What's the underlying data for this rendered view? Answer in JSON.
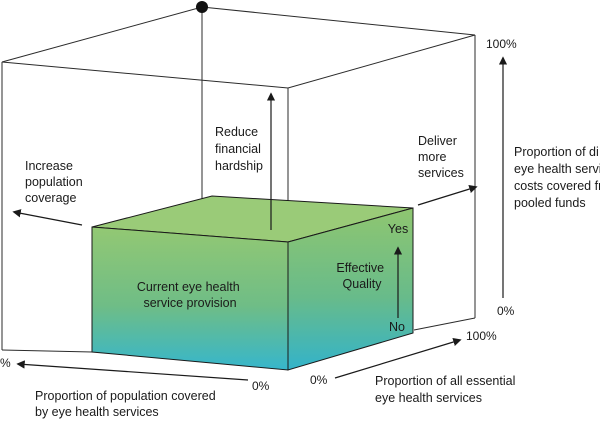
{
  "center_box": {
    "label_lines": [
      "Current eye health",
      "service provision"
    ],
    "quality": {
      "label_lines": [
        "Effective",
        "Quality"
      ],
      "yes": "Yes",
      "no": "No"
    }
  },
  "arrows": {
    "left": {
      "label_lines": [
        "Increase",
        "population",
        "coverage"
      ]
    },
    "up": {
      "label_lines": [
        "Reduce",
        "financial",
        "hardship"
      ]
    },
    "right": {
      "label_lines": [
        "Deliver",
        "more",
        "services"
      ]
    }
  },
  "axes": {
    "vertical": {
      "max": "100%",
      "min": "0%",
      "label_lines": [
        "Proportion of di",
        "eye health servic",
        "costs covered fro",
        "pooled funds"
      ]
    },
    "depth": {
      "max": "100%",
      "min": "0%",
      "label_lines": [
        "Proportion of all essential",
        "eye health services"
      ]
    },
    "population": {
      "max": "%",
      "min": "0%",
      "label_lines": [
        "Proportion of population covered",
        "by eye health services"
      ]
    }
  },
  "colors": {
    "box_top": "#9ccb7a",
    "box_mid": "#7fbe6a",
    "box_bottom": "#3bb7c8",
    "line": "#1a1a1a"
  }
}
